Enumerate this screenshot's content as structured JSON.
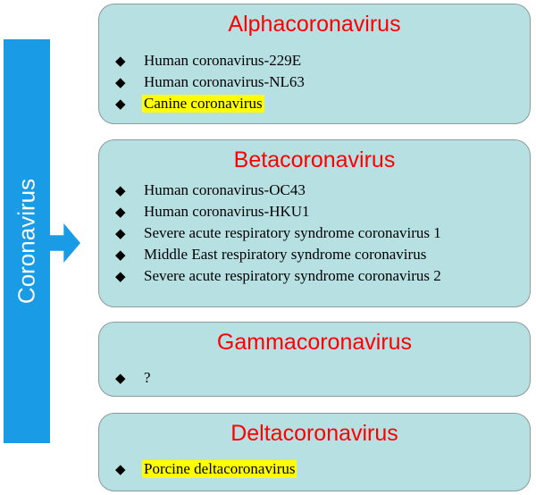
{
  "root_label": "Coronavirus",
  "bullet_glyph": "◆",
  "colors": {
    "root_bar": "#1a9be6",
    "box_fill": "#b7e0e3",
    "box_border": "#8d9a9e",
    "genus_title": "#ff0000",
    "highlight": "#ffff00"
  },
  "genera": [
    {
      "name": "Alphacoronavirus",
      "species": [
        {
          "label": "Human coronavirus-229E",
          "highlighted": false
        },
        {
          "label": "Human coronavirus-NL63",
          "highlighted": false
        },
        {
          "label": "Canine coronavirus",
          "highlighted": true
        }
      ]
    },
    {
      "name": "Betacoronavirus",
      "species": [
        {
          "label": "Human coronavirus-OC43",
          "highlighted": false
        },
        {
          "label": "Human coronavirus-HKU1",
          "highlighted": false
        },
        {
          "label": "Severe acute respiratory syndrome coronavirus 1",
          "highlighted": false
        },
        {
          "label": "Middle East respiratory syndrome coronavirus",
          "highlighted": false
        },
        {
          "label": "Severe acute respiratory syndrome coronavirus 2",
          "highlighted": false
        }
      ]
    },
    {
      "name": "Gammacoronavirus",
      "species": [
        {
          "label": "?",
          "highlighted": false
        }
      ]
    },
    {
      "name": "Deltacoronavirus",
      "species": [
        {
          "label": "Porcine deltacoronavirus",
          "highlighted": true
        }
      ]
    }
  ]
}
